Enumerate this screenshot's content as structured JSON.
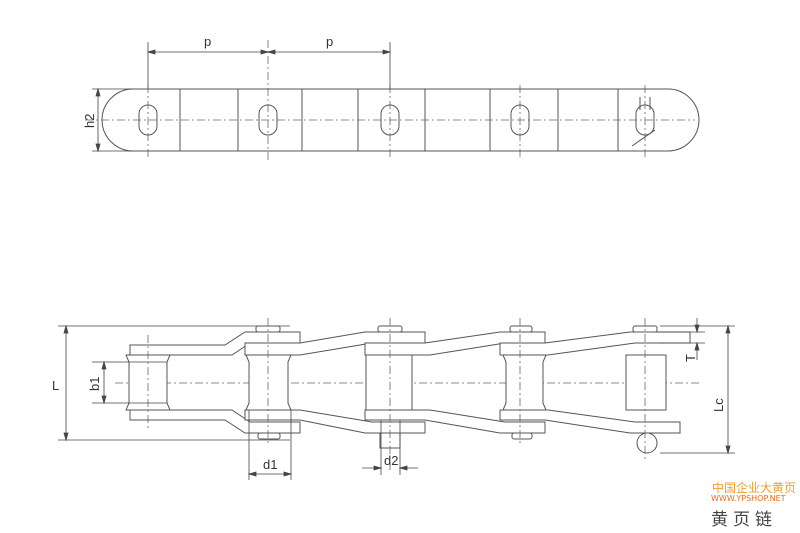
{
  "labels": {
    "pitch_1": "p",
    "pitch_2": "p",
    "plate_height": "h2",
    "overall_length": "L",
    "inner_width": "b1",
    "roller_diameter": "d1",
    "pin_diameter": "d2",
    "plate_thickness": "T",
    "connecting_pin_length": "Lc"
  },
  "watermark": {
    "line1": "中国企业大黄页",
    "line2": "WWW.YPSHOP.NET",
    "line3": "黄页链"
  }
}
